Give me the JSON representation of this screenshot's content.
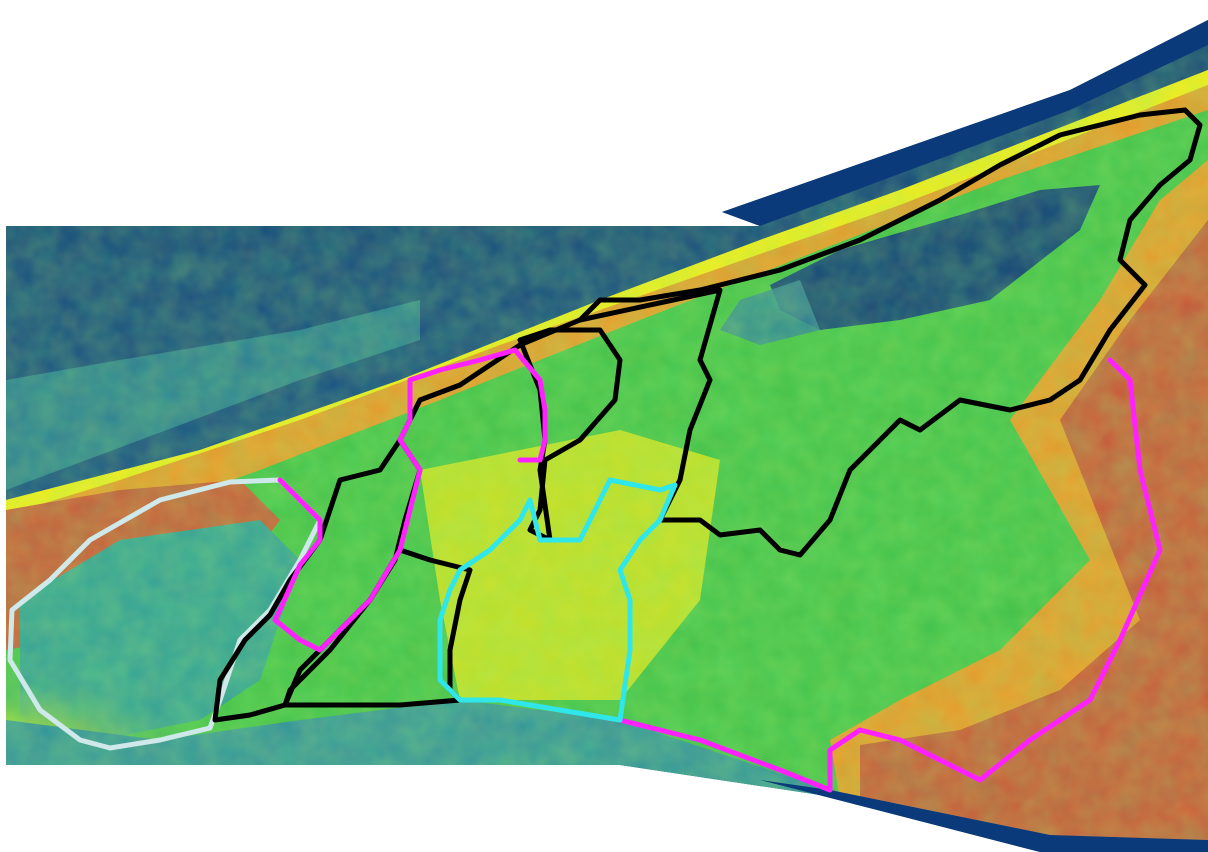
{
  "map": {
    "background": "#ffffff",
    "elevation_palette": {
      "deep_water": "#0b3a7a",
      "shallow_water": "#1f6fa8",
      "teal_low": "#2f9c9a",
      "green_low": "#3fbf4a",
      "bright_green": "#2ee01f",
      "yellow_mid": "#f2ec1a",
      "orange_high": "#e8962a",
      "red_high": "#c8543a"
    },
    "boundaries": [
      {
        "id": "light-blue-zone",
        "color": "#cfe8ea"
      },
      {
        "id": "black-zone-1",
        "color": "#000000"
      },
      {
        "id": "black-zone-2",
        "color": "#000000"
      },
      {
        "id": "black-zone-3",
        "color": "#000000"
      },
      {
        "id": "black-zone-4",
        "color": "#000000"
      },
      {
        "id": "magenta-zone-west",
        "color": "#ff21ff"
      },
      {
        "id": "magenta-zone-east",
        "color": "#ff21ff"
      },
      {
        "id": "cyan-zone",
        "color": "#2fe6ea"
      }
    ]
  }
}
